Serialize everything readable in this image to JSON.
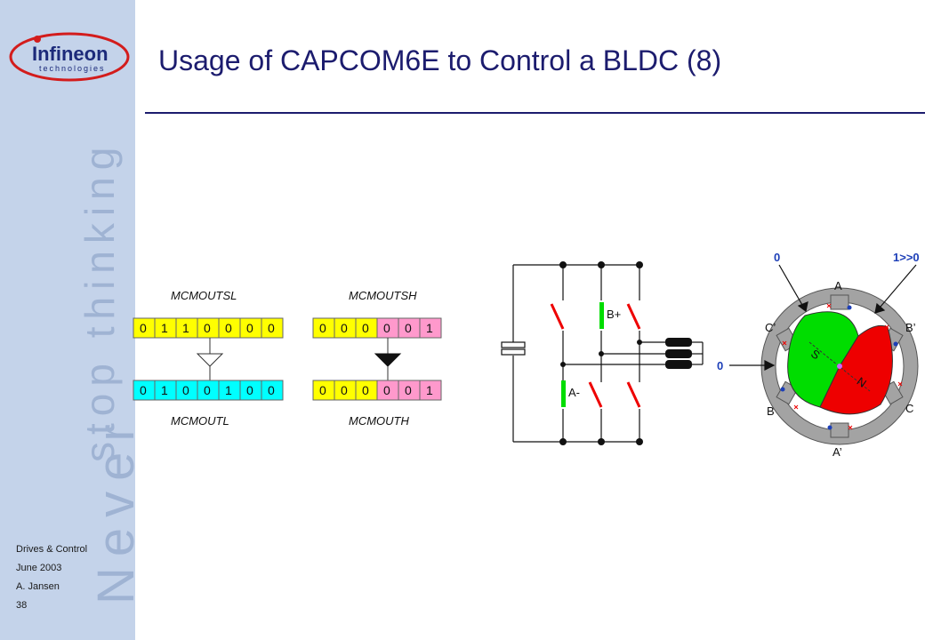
{
  "sidebar": {
    "logo": {
      "name": "Infineon",
      "sub": "technologies"
    },
    "slogan_line1": "stop thinking",
    "slogan_line2": "Never",
    "footer": [
      "Drives & Control",
      "June 2003",
      "A. Jansen",
      "38"
    ]
  },
  "title": "Usage of CAPCOM6E to Control a BLDC (8)",
  "registers": {
    "mcmoutsl": {
      "label": "MCMOUTSL",
      "bits": [
        "0",
        "1",
        "1",
        "0",
        "0",
        "0"
      ]
    },
    "mcmoutl": {
      "label": "MCMOUTL",
      "bits": [
        "0",
        "1",
        "0",
        "0",
        "1",
        "0"
      ]
    },
    "mcmoutsh": {
      "label": "MCMOUTSH",
      "bits": [
        "0",
        "0",
        "0",
        "0",
        "0",
        "1"
      ]
    },
    "mcmouth": {
      "label": "MCMOUTH",
      "bits": [
        "0",
        "0",
        "0",
        "0",
        "0",
        "1"
      ]
    }
  },
  "inverter": {
    "b_plus": "B+",
    "a_minus": "A-"
  },
  "motor": {
    "A": "A",
    "A_prime": "A’",
    "B": "B",
    "B_prime": "B’",
    "C": "C",
    "C_prime": "C’",
    "S": "S",
    "N": "N",
    "sensor_0": "0",
    "sensor_1": "1>>0",
    "sensor_left": "0"
  },
  "colors": {
    "yellow": "#ffff00",
    "cyan": "#00ffff",
    "pink": "#ff99cc",
    "green": "#00dd00",
    "red": "#ee0000",
    "navy": "#1c1c6e",
    "sidebar": "#c4d3ea",
    "sensor_blue": "#1d3fb8"
  }
}
